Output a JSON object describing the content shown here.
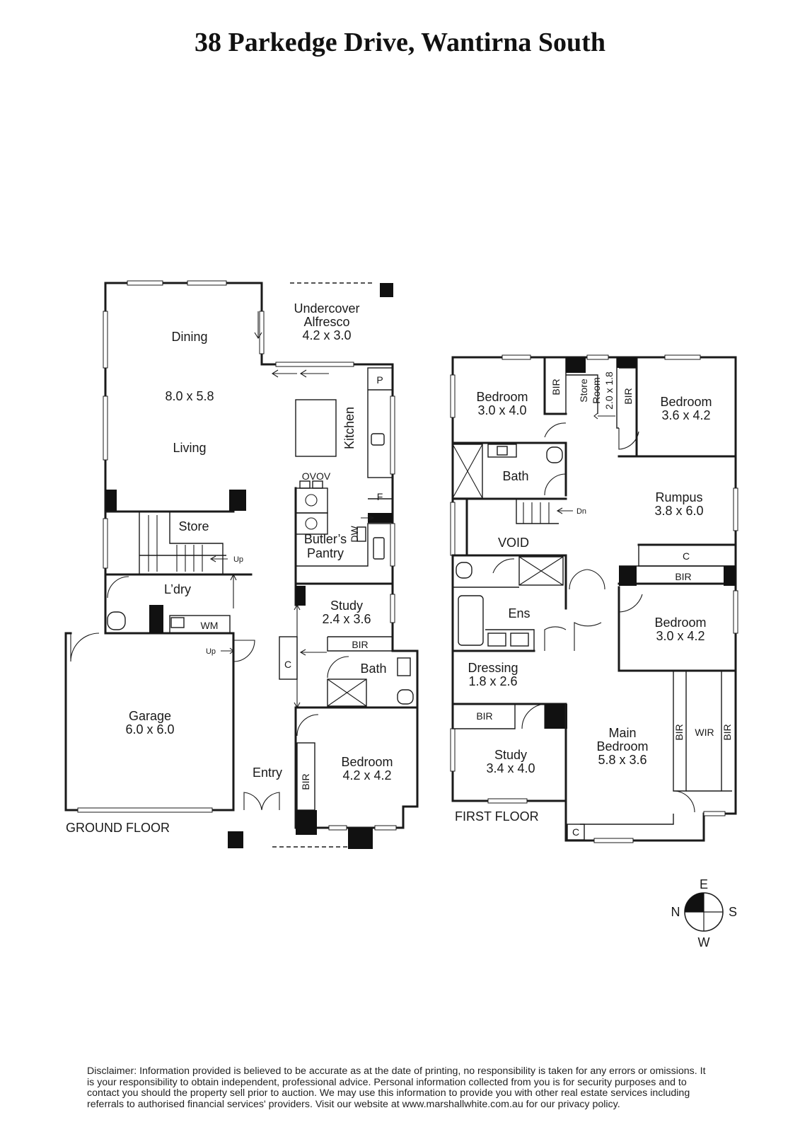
{
  "title": "38 Parkedge Drive, Wantirna South",
  "ground_floor": {
    "label": "GROUND FLOOR",
    "undercover": "Undercover",
    "alfresco": "Alfresco",
    "alfresco_dims": "4.2 x 3.0",
    "dining": "Dining",
    "dining_living_dims": "8.0 x 5.8",
    "living": "Living",
    "kitchen": "Kitchen",
    "pantry_short": "P",
    "fridge": "F",
    "ovens": "OVOV",
    "dishwasher": "DW",
    "butlers": "Butler’s",
    "pantry": "Pantry",
    "store": "Store",
    "up1": "Up",
    "laundry": "L’dry",
    "wm": "WM",
    "up2": "Up",
    "garage": "Garage",
    "garage_dims": "6.0 x 6.0",
    "study": "Study",
    "study_dims": "2.4 x 3.6",
    "bir1": "BIR",
    "cupboard": "C",
    "bath": "Bath",
    "entry": "Entry",
    "bir2": "BIR",
    "bedroom": "Bedroom",
    "bedroom_dims": "4.2 x 4.2"
  },
  "first_floor": {
    "label": "FIRST FLOOR",
    "bedroom_a": "Bedroom",
    "bedroom_a_dims": "3.0 x 4.0",
    "bir_a": "BIR",
    "store": "Store",
    "room": "Room",
    "store_dims": "2.0 x 1.8",
    "bir_b": "BIR",
    "bedroom_b": "Bedroom",
    "bedroom_b_dims": "3.6 x 4.2",
    "bath": "Bath",
    "rumpus": "Rumpus",
    "rumpus_dims": "3.8 x 6.0",
    "dn": "Dn",
    "void": "VOID",
    "cupboard1": "C",
    "bir_c": "BIR",
    "ens": "Ens",
    "bedroom_c": "Bedroom",
    "bedroom_c_dims": "3.0 x 4.2",
    "dressing": "Dressing",
    "dressing_dims": "1.8 x 2.6",
    "bir_d": "BIR",
    "study": "Study",
    "study_dims": "3.4 x 4.0",
    "main": "Main",
    "main_bedroom": "Bedroom",
    "main_dims": "5.8 x 3.6",
    "bir_e": "BIR",
    "wir": "WIR",
    "bir_f": "BIR",
    "cupboard2": "C"
  },
  "compass": {
    "e": "E",
    "n": "N",
    "s": "S",
    "w": "W"
  },
  "disclaimer": "Disclaimer: Information provided is believed to be accurate as at the date of printing, no responsibility is taken for any errors or omissions. It is your responsibility to obtain independent, professional advice. Personal information collected from you is for security purposes and to contact you should the property sell prior to auction. We may use this information to provide you with other real estate services including referrals to authorised financial services' providers. Visit our website at www.marshallwhite.com.au for our privacy policy."
}
